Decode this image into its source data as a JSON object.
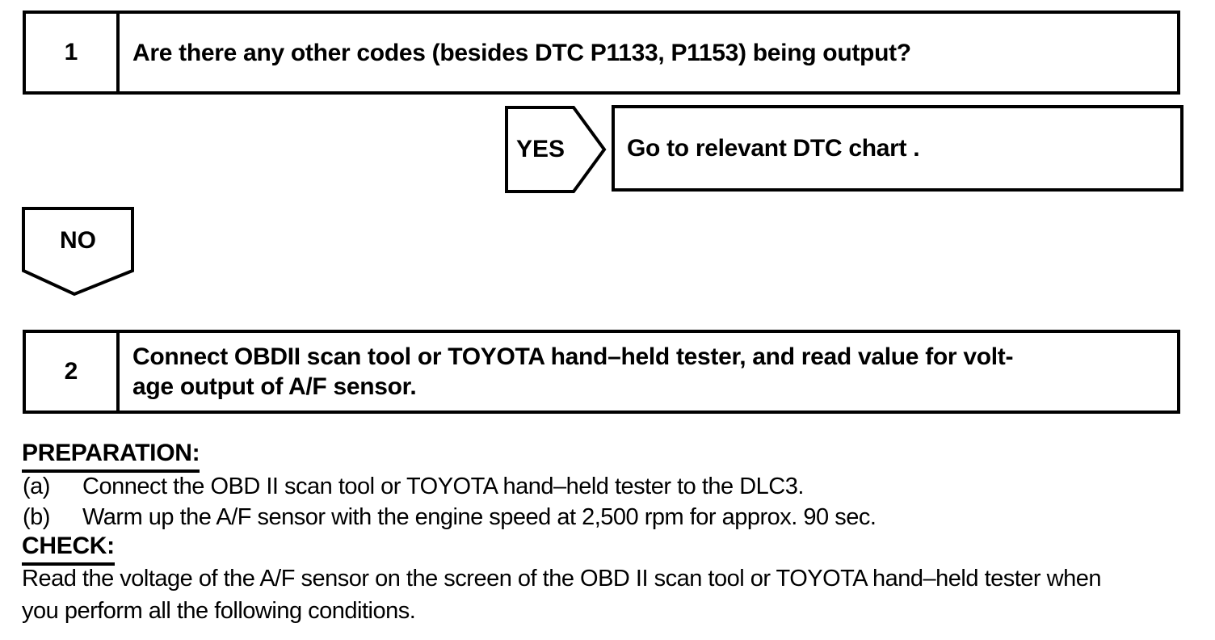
{
  "page": {
    "background": "#ffffff",
    "ink": "#000000"
  },
  "flow": {
    "step1": {
      "number": "1",
      "question": "Are there any other codes (besides DTC P1133, P1153) being output?"
    },
    "yes": {
      "label": "YES",
      "result": "Go to relevant DTC chart ."
    },
    "no": {
      "label": "NO"
    },
    "step2": {
      "number": "2",
      "line1": "Connect OBDII scan tool or TOYOTA hand–held tester, and read value for volt-",
      "line2": "age output of A/F sensor."
    }
  },
  "preparation": {
    "heading": "PREPARATION:",
    "items": [
      {
        "label": "(a)",
        "text": "Connect the OBD II scan tool or TOYOTA hand–held tester to the DLC3."
      },
      {
        "label": "(b)",
        "text": "Warm up the A/F sensor with the engine speed at 2,500 rpm for approx. 90 sec."
      }
    ]
  },
  "check": {
    "heading": "CHECK:",
    "lines": [
      "Read the voltage of the A/F sensor on the screen of the OBD II scan tool or TOYOTA hand–held tester when",
      "you perform all the following conditions."
    ]
  }
}
